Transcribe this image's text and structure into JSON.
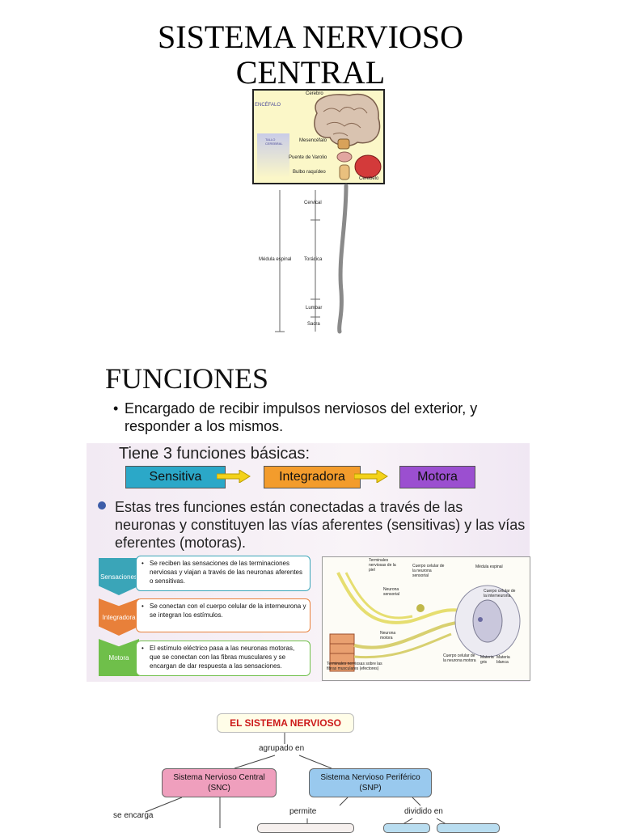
{
  "title": {
    "line1": "SISTEMA NERVIOSO",
    "line2": "CENTRAL"
  },
  "brain_figure": {
    "cerebro": "Cerebro",
    "encefalo": "ENCÉFALO",
    "tallo": "TALLO CEREBRAL",
    "mesencefalo": "Mesencéfalo",
    "puente": "Puente de Varolio",
    "bulbo": "Bulbo raquídeo",
    "cerebelo": "Cerebelo",
    "cervical": "Cervical",
    "medula": "Médula espinal",
    "toracica": "Torácica",
    "lumbar": "Lumbar",
    "sacra": "Sacra"
  },
  "functions": {
    "title": "FUNCIONES",
    "bullet": "•",
    "text": "Encargado de recibir impulsos nerviosos del exterior, y responder a los mismos.",
    "heading": "Tiene 3 funciones básicas:",
    "boxes": [
      "Sensitiva",
      "Integradora",
      "Motora"
    ],
    "connection": "Estas tres funciones están conectadas a través de las neuronas y constituyen las vías aferentes (sensitivas) y las vías eferentes (motoras).",
    "rows": [
      {
        "label": "Sensaciones",
        "desc": "Se reciben las sensaciones de las terminaciones nerviosas y viajan a través de las neuronas aferentes o sensitivas."
      },
      {
        "label": "Integradora",
        "desc": "Se conectan con el cuerpo celular de la interneurona y se integran los estímulos."
      },
      {
        "label": "Motora",
        "desc": "El estímulo eléctrico pasa a las neuronas motoras, que se conectan con las fibras musculares y se encargan de dar respuesta a las sensaciones."
      }
    ],
    "neuro_labels": {
      "terminales_piel": "Terminales nerviosas de la piel",
      "cuerpo_sensorial": "Cuerpo celular de la neurona sensorial",
      "medula": "Médula espinal",
      "neurona_sensorial": "Neurona sensorial",
      "cuerpo_inter": "Cuerpo celular de la interneurona",
      "neurona_motora": "Neurona motora",
      "terminales_fibras": "Terminales nerviosas sobre las fibras musculares (efectores)",
      "cuerpo_motora": "Cuerpo celular de la neurona motora",
      "materia_gris": "Materia gris",
      "materia_blanca": "Materia blanca"
    }
  },
  "concept_map": {
    "title": "EL SISTEMA NERVIOSO",
    "agrupado": "agrupado en",
    "snc_line1": "Sistema Nervioso Central",
    "snc_line2": "(SNC)",
    "snp_line1": "Sistema Nervioso Periférico",
    "snp_line2": "(SNP)",
    "se_encarga": "se encarga",
    "permite": "permite",
    "dividido": "dividido en"
  }
}
